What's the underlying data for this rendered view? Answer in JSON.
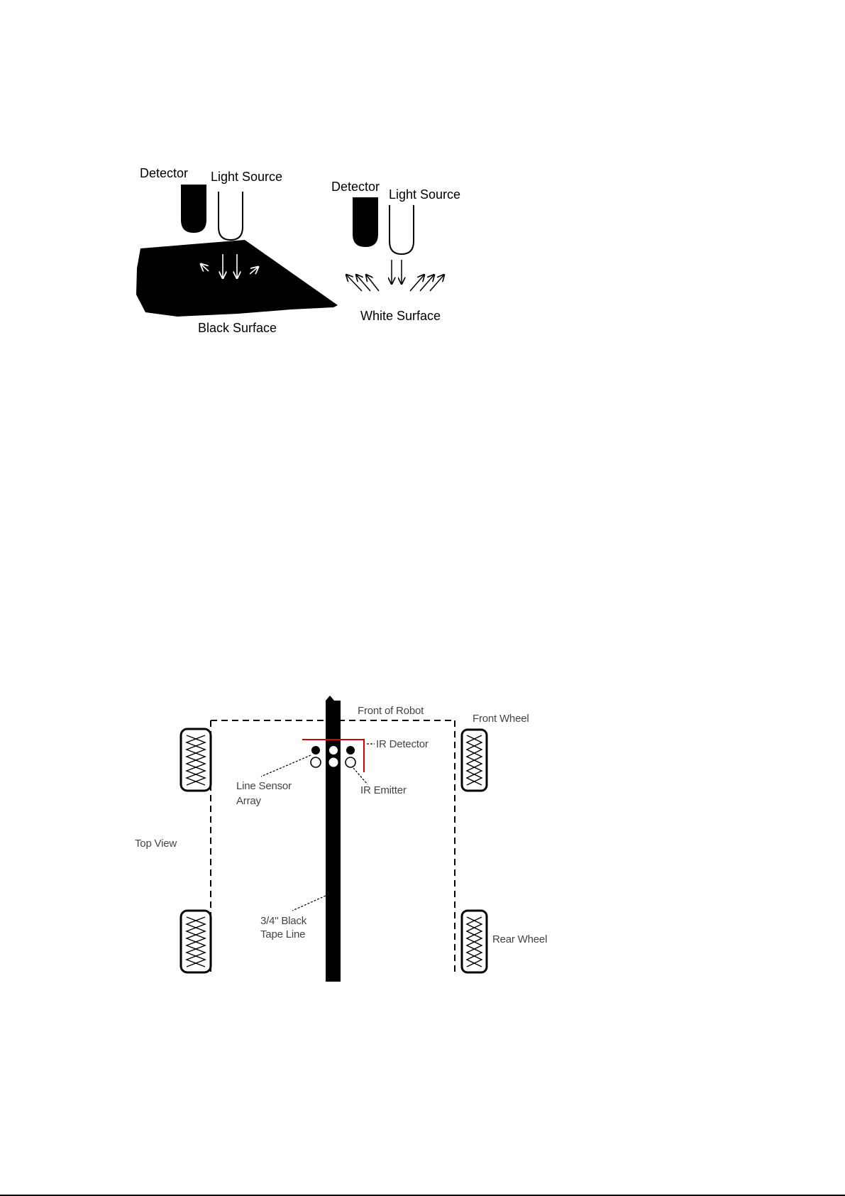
{
  "diagram1": {
    "black_side": {
      "detector_label": "Detector",
      "light_source_label": "Light Source",
      "surface_label": "Black Surface"
    },
    "white_side": {
      "detector_label": "Detector",
      "light_source_label": "Light Source",
      "surface_label": "White Surface"
    }
  },
  "diagram2": {
    "front_of_robot": "Front of Robot",
    "front_wheel": "Front Wheel",
    "ir_detector": "IR Detector",
    "ir_emitter": "IR Emitter",
    "line_sensor_array_1": "Line Sensor",
    "line_sensor_array_2": "Array",
    "top_view": "Top View",
    "tape_line_1": "3/4\" Black",
    "tape_line_2": "Tape Line",
    "rear_wheel": "Rear Wheel"
  },
  "colors": {
    "ink": "#000000",
    "accent_red": "#d40000"
  }
}
